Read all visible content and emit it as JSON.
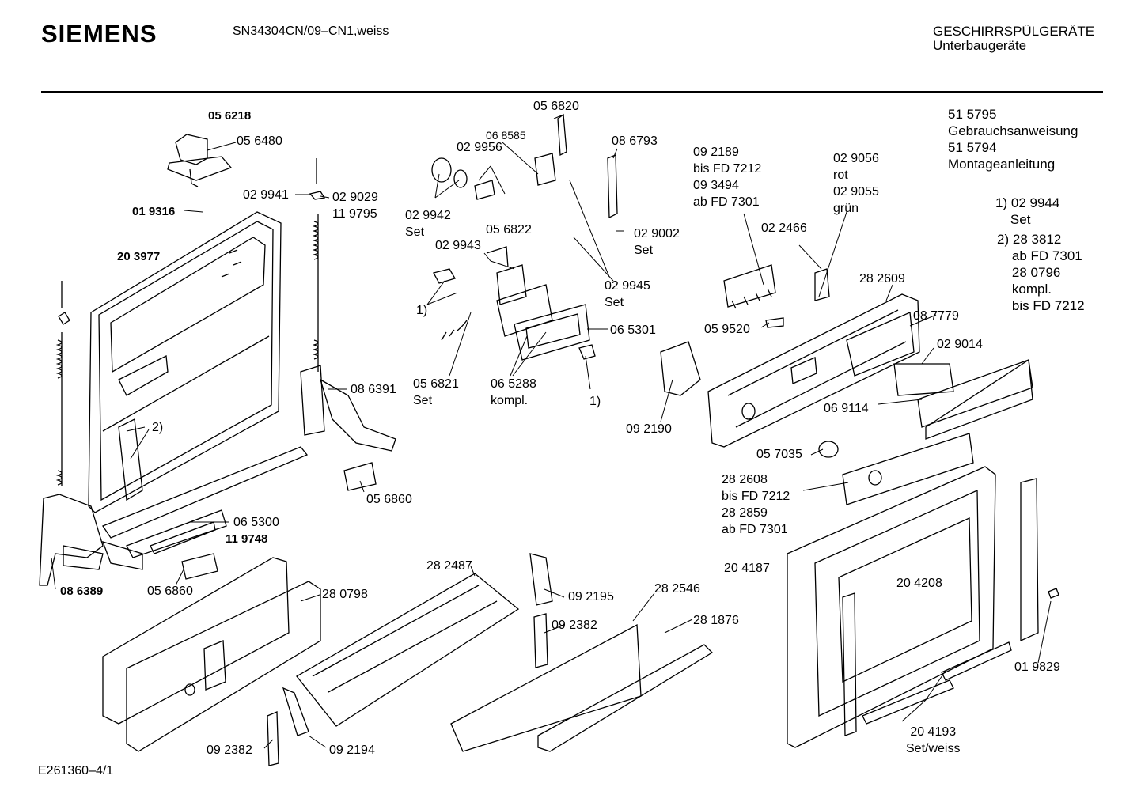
{
  "header": {
    "brand": "SIEMENS",
    "model": "SN34304CN/09–CN1,weiss",
    "category_line1": "GESCHIRRSPÜLGERÄTE",
    "category_line2": "Unterbaugeräte"
  },
  "footer": {
    "drawing_id": "E261360–4/1"
  },
  "documents": [
    "51 5795",
    "Gebrauchsanweisung",
    "51 5794",
    "Montageanleitung"
  ],
  "footnotes": [
    {
      "key": "1)",
      "lines": [
        "02 9944",
        "Set"
      ]
    },
    {
      "key": "2)",
      "lines": [
        "28 3812",
        "ab FD 7301",
        "28 0796",
        "kompl.",
        "bis FD 7212"
      ]
    }
  ],
  "labels": [
    "05 6218",
    "05 6480",
    "02 9941",
    "01 9316",
    "02 9029\n11 9795",
    "20 3977",
    "05 6820",
    "06 8585",
    "02 9956",
    "08 6793",
    "02 9942\nSet",
    "05 6822",
    "02 9943",
    "02 9002\nSet",
    "02 9945\nSet",
    "1)",
    "06 5301",
    "05 6821\nSet",
    "06 5288\nkompl.",
    "1)",
    "09 2189\nbis FD 7212\n09 3494\nab FD 7301",
    "02 9056\nrot\n02 9055\ngrün",
    "02 2466",
    "28 2609",
    "08 7779",
    "05 9520",
    "02 9014",
    "09 2190",
    "06 9114",
    "05 7035",
    "28 2608\nbis FD 7212\n28 2859\nab FD 7301",
    "08 6391",
    "2)",
    "05 6860",
    "06 5300",
    "11 9748",
    "05 6860",
    "08 6389",
    "28 0798",
    "28 2487",
    "09 2195",
    "28 2546",
    "09 2382",
    "28 1876",
    "20 4187",
    "20 4208",
    "01 9829",
    "20 4193\nSet/weiss",
    "09 2382",
    "09 2194"
  ]
}
